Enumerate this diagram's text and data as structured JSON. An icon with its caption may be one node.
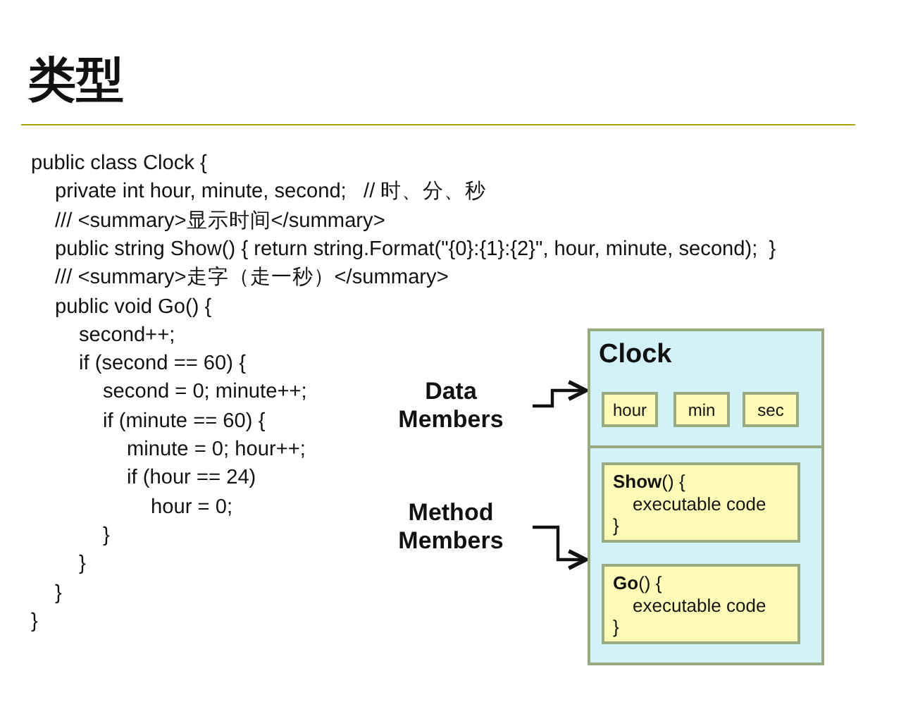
{
  "diagram": {
    "title": "类型",
    "nodes": [
      {
        "text": [
          "Clock"
        ]
      },
      {
        "text": [
          "hour"
        ],
        "in": 0
      },
      {
        "text": [
          "min"
        ],
        "in": 0
      },
      {
        "text": [
          "sec"
        ],
        "in": 0
      },
      {
        "text": [
          "**Show**() {",
          "executable code",
          "}"
        ],
        "in": 0
      },
      {
        "text": [
          "**Go**() {",
          "executable code",
          "}"
        ],
        "in": 0
      },
      {
        "text": [
          "Data Members"
        ]
      },
      {
        "text": [
          "Method Members"
        ]
      }
    ],
    "edges": [
      {
        "from": 6,
        "to": 0,
        "arrow": "to"
      },
      {
        "from": 7,
        "to": 0,
        "arrow": "to"
      }
    ],
    "labels": [
      "public class Clock {",
      "private int hour, minute, second;   // 时、分、秒",
      "/// <summary>显示时间</summary>",
      "public string Show() { return string.Format(\"{0}:{1}:{2}\", hour, minute, second);  }",
      "/// <summary>走字（走一秒）</summary>",
      "public void Go() {",
      "second++;",
      "if (second == 60) {",
      "second = 0; minute++;",
      "if (minute == 60) {",
      "minute = 0; hour++;",
      "if (hour == 24)",
      "hour = 0;",
      "}",
      "}",
      "}",
      "}"
    ]
  }
}
